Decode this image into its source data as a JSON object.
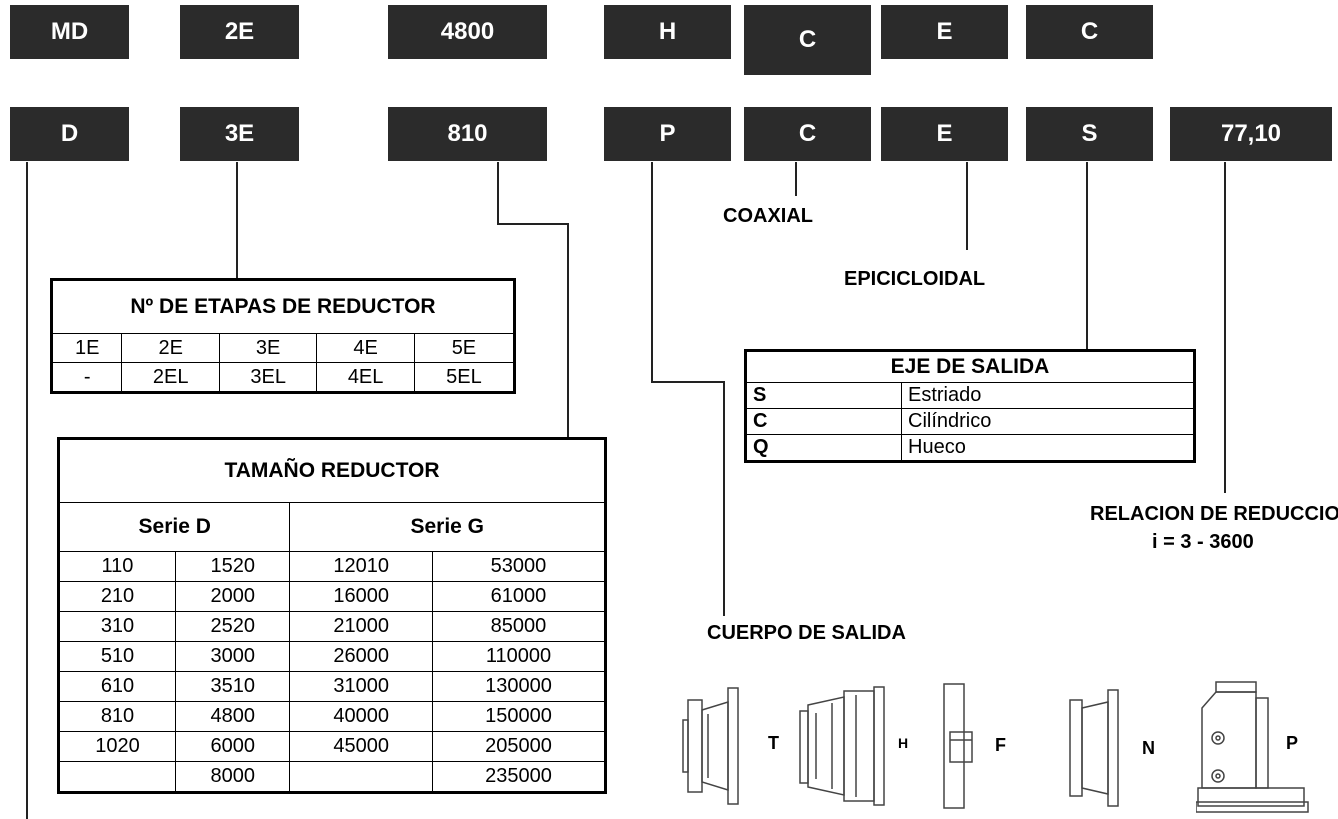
{
  "row1": [
    "MD",
    "2E",
    "4800",
    "H",
    "C",
    "E",
    "C"
  ],
  "row2": [
    "D",
    "3E",
    "810",
    "P",
    "C",
    "E",
    "S",
    "77,10"
  ],
  "labels": {
    "coaxial": "COAXIAL",
    "epicicloidal": "EPICICLOIDAL",
    "relacion_title": "RELACION DE REDUCCION",
    "relacion_range": "i = 3 - 3600",
    "cuerpo": "CUERPO DE SALIDA"
  },
  "etapas": {
    "title": "Nº DE ETAPAS DE REDUCTOR",
    "rows": [
      [
        "1E",
        "2E",
        "3E",
        "4E",
        "5E"
      ],
      [
        "-",
        "2EL",
        "3EL",
        "4EL",
        "5EL"
      ]
    ]
  },
  "tamano": {
    "title": "TAMAÑO REDUCTOR",
    "serie_d": "Serie D",
    "serie_g": "Serie G",
    "rows": [
      [
        "110",
        "1520",
        "12010",
        "53000"
      ],
      [
        "210",
        "2000",
        "16000",
        "61000"
      ],
      [
        "310",
        "2520",
        "21000",
        "85000"
      ],
      [
        "510",
        "3000",
        "26000",
        "110000"
      ],
      [
        "610",
        "3510",
        "31000",
        "130000"
      ],
      [
        "810",
        "4800",
        "40000",
        "150000"
      ],
      [
        "1020",
        "6000",
        "45000",
        "205000"
      ],
      [
        "",
        "8000",
        "",
        "235000"
      ]
    ]
  },
  "eje": {
    "title": "EJE DE SALIDA",
    "rows": [
      [
        "S",
        "Estriado"
      ],
      [
        "C",
        "Cilíndrico"
      ],
      [
        "Q",
        "Hueco"
      ]
    ]
  },
  "cuerpo_types": [
    "T",
    "H",
    "F",
    "N",
    "P"
  ]
}
